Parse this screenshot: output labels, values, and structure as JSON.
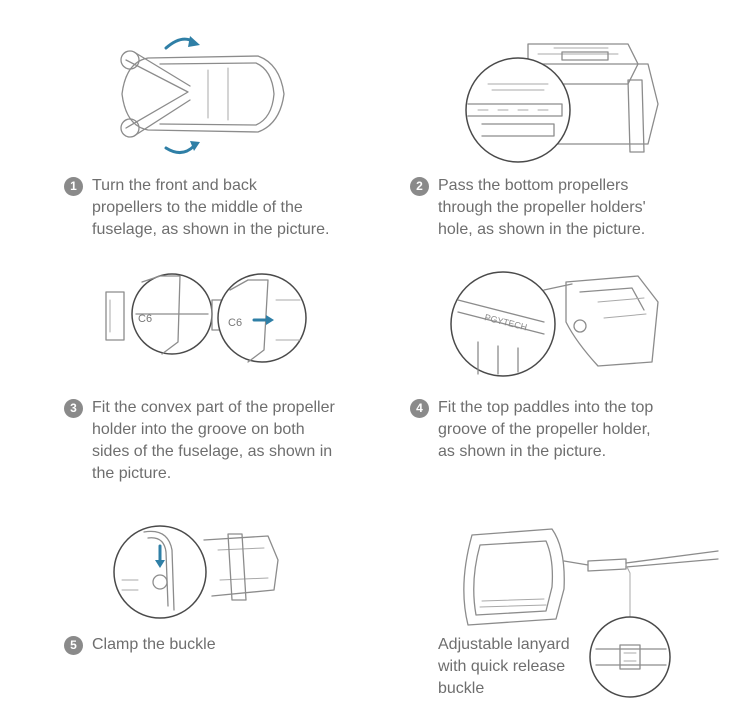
{
  "colors": {
    "accent": "#2f7fa6",
    "line": "#8c8c8c",
    "text": "#6e6e6e",
    "badge": "#8a8a8a"
  },
  "steps": [
    {
      "number": "1",
      "text": "Turn the front and back\npropellers to the middle of the\nfuselage, as shown in the picture."
    },
    {
      "number": "2",
      "text": "Pass the bottom propellers\nthrough the propeller holders'\nhole, as shown in the picture."
    },
    {
      "number": "3",
      "text": "Fit the convex part of the propeller\nholder into the groove on both\nsides of the fuselage, as shown in\nthe picture."
    },
    {
      "number": "4",
      "text": "Fit the top paddles into the top\ngroove of the propeller holder,\nas shown in the picture."
    },
    {
      "number": "5",
      "text": "Clamp the buckle"
    }
  ],
  "lanyard_caption": "Adjustable lanyard\nwith quick release\nbuckle",
  "brand_mark": "PGYTECH"
}
